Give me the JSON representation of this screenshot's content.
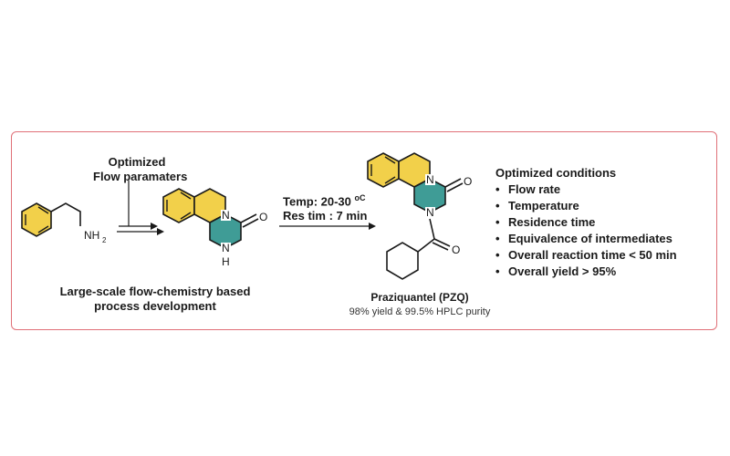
{
  "optimized_label": {
    "line1": "Optimized",
    "line2": "Flow paramaters"
  },
  "large_scale_label": {
    "line1": "Large-scale flow-chemistry based",
    "line2": "process development"
  },
  "reaction_conditions": {
    "temp": "Temp: 20-30 ",
    "temp_unit": "oC",
    "time": "Res tim : 7 min"
  },
  "atoms": {
    "nh2": "NH",
    "nh2_sub": "2",
    "n": "N",
    "o": "O",
    "nh": "N",
    "h": "H"
  },
  "product": {
    "name": "Praziquantel (PZQ)",
    "subtitle": "98% yield & 99.5% HPLC purity"
  },
  "conditions": {
    "title": "Optimized conditions",
    "items": [
      "Flow rate",
      "Temperature",
      "Residence time",
      "Equivalence of intermediates",
      "Overall reaction time < 50 min",
      "Overall yield > 95%"
    ]
  },
  "colors": {
    "ring_yellow": "#f2d04a",
    "ring_teal": "#3f9c96",
    "border": "#e07078"
  }
}
